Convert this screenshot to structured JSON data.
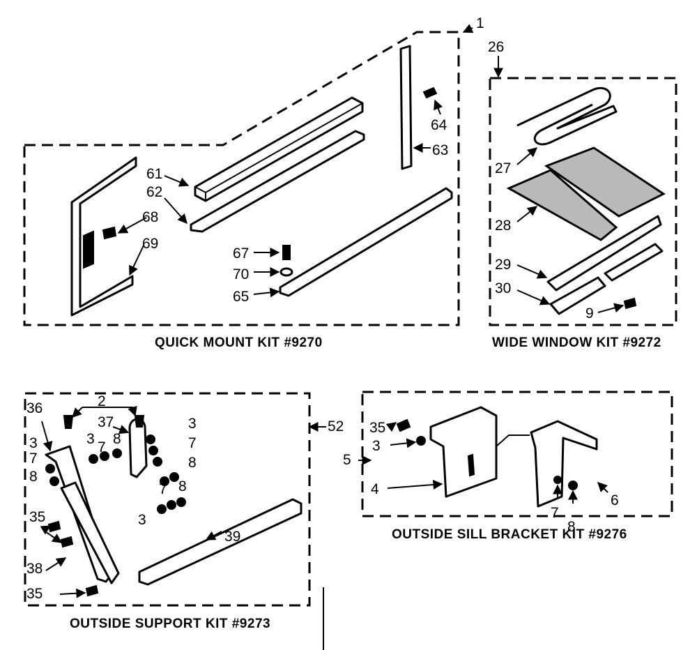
{
  "kits": {
    "quick_mount": {
      "title": "QUICK MOUNT KIT #9270",
      "callout": "1",
      "parts": [
        "61",
        "62",
        "63",
        "64",
        "65",
        "67",
        "68",
        "69",
        "70"
      ]
    },
    "wide_window": {
      "title": "WIDE WINDOW KIT #9272",
      "callout": "26",
      "parts": [
        "27",
        "28",
        "29",
        "30",
        "9"
      ]
    },
    "outside_support": {
      "title": "OUTSIDE SUPPORT KIT #9273",
      "callout": "52",
      "parts": [
        "36",
        "2",
        "37",
        "3",
        "7",
        "8",
        "3",
        "7",
        "8",
        "3",
        "7",
        "8",
        "3",
        "7",
        "8",
        "35",
        "38",
        "35",
        "39"
      ]
    },
    "outside_sill": {
      "title": "OUTSIDE SILL BRACKET KIT #9276",
      "callout": "5",
      "parts": [
        "35",
        "3",
        "4",
        "7",
        "8",
        "6"
      ]
    }
  }
}
